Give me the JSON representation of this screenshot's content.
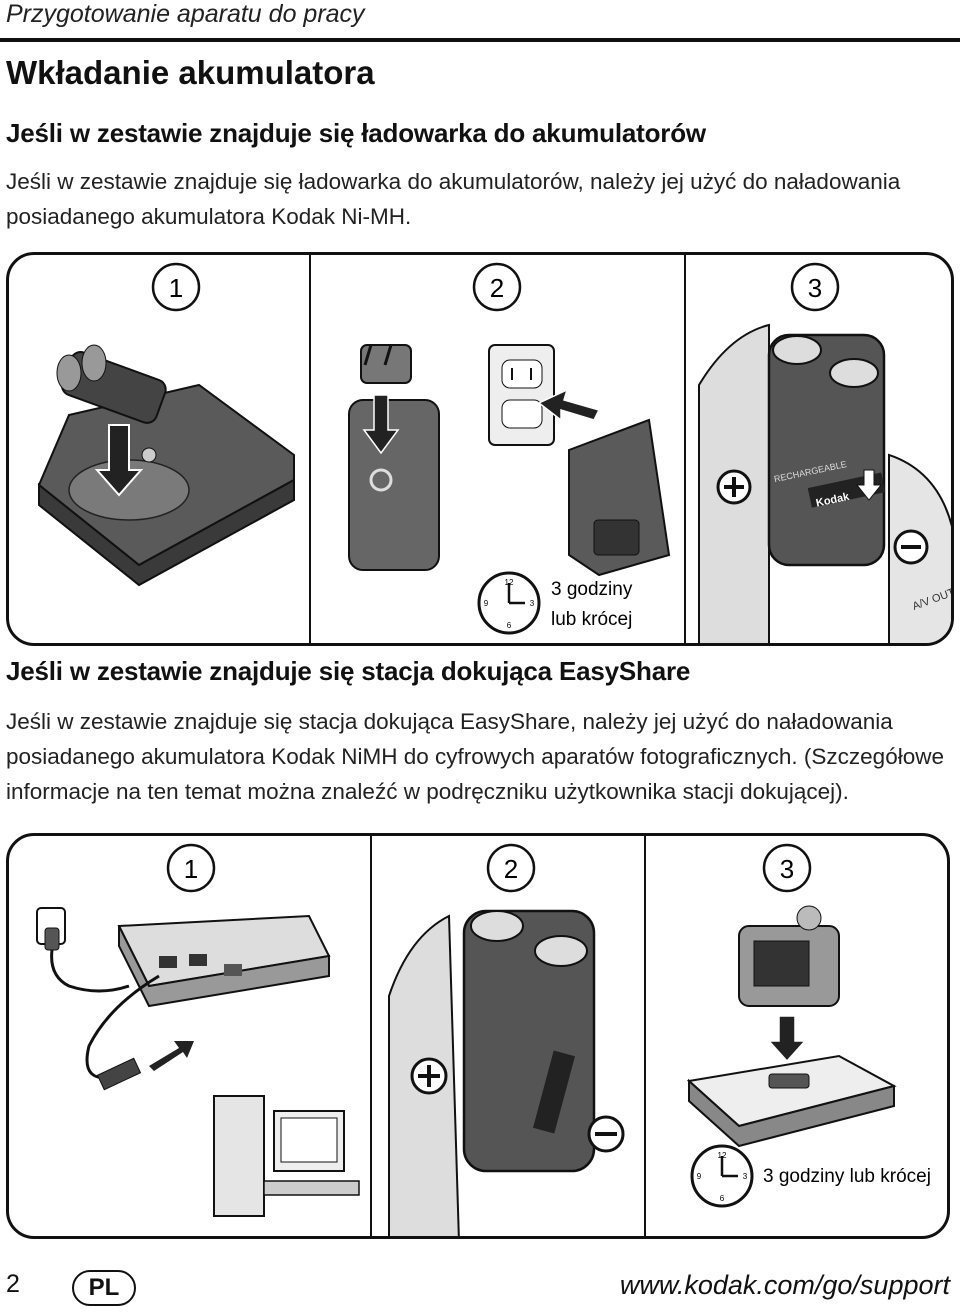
{
  "header": {
    "running_title": "Przygotowanie aparatu do pracy",
    "page_title": "Wkładanie akumulatora"
  },
  "section_charger": {
    "heading": "Jeśli w zestawie znajduje się ładowarka do akumulatorów",
    "text": "Jeśli w zestawie znajduje się ładowarka do akumulatorów, należy jej użyć do naładowania posiadanego akumulatora Kodak Ni-MH.",
    "steps": [
      "1",
      "2",
      "3"
    ],
    "charge_time_line1": "3 godziny",
    "charge_time_line2": "lub krócej"
  },
  "section_dock": {
    "heading": "Jeśli w zestawie znajduje się stacja dokująca EasyShare",
    "text": "Jeśli w zestawie znajduje się stacja dokująca EasyShare, należy jej użyć do naładowania posiadanego akumulatora Kodak NiMH do cyfrowych aparatów fotograficznych. (Szczegółowe informacje na ten temat można znaleźć w podręczniku użytkownika stacji dokującej).",
    "steps": [
      "1",
      "2",
      "3"
    ],
    "charge_time": "3 godziny lub krócej"
  },
  "labels": {
    "battery_brand": "Kodak",
    "battery_text": "RECHARGEABLE",
    "av_out": "A/V OUT"
  },
  "footer": {
    "page_number": "2",
    "language": "PL",
    "url": "www.kodak.com/go/support"
  }
}
